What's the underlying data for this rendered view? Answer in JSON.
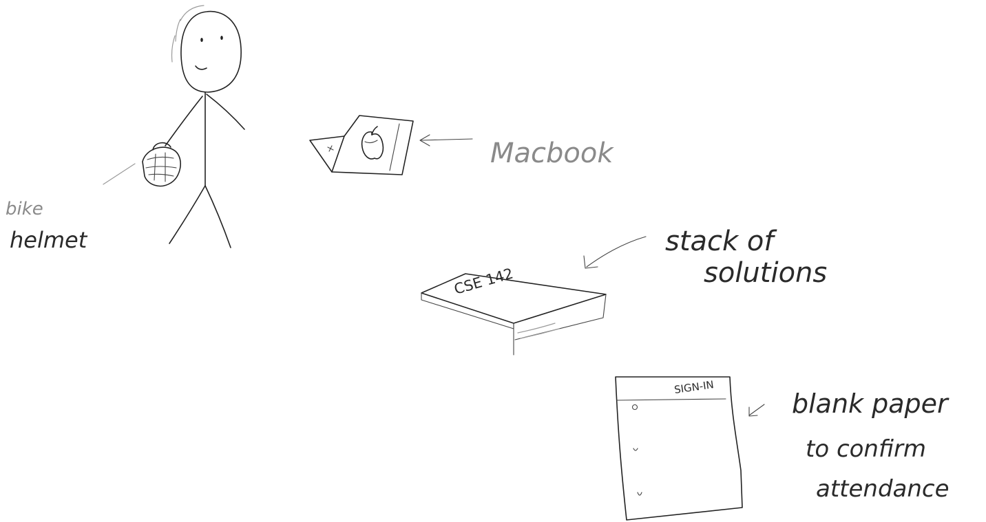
{
  "labels": {
    "bike_helmet_line1": "bike",
    "bike_helmet_line2": "helmet",
    "macbook": "Macbook",
    "stack_line1": "stack of",
    "stack_line2": "solutions",
    "stack_cover_text": "CSE 142",
    "sign_in_header": "SIGN-IN",
    "blank_paper_line1": "blank paper",
    "blank_paper_line2": "to confirm",
    "blank_paper_line3": "attendance"
  },
  "icons": {
    "laptop_logo": "apple-logo-icon",
    "helmet": "bike-helmet-icon"
  }
}
